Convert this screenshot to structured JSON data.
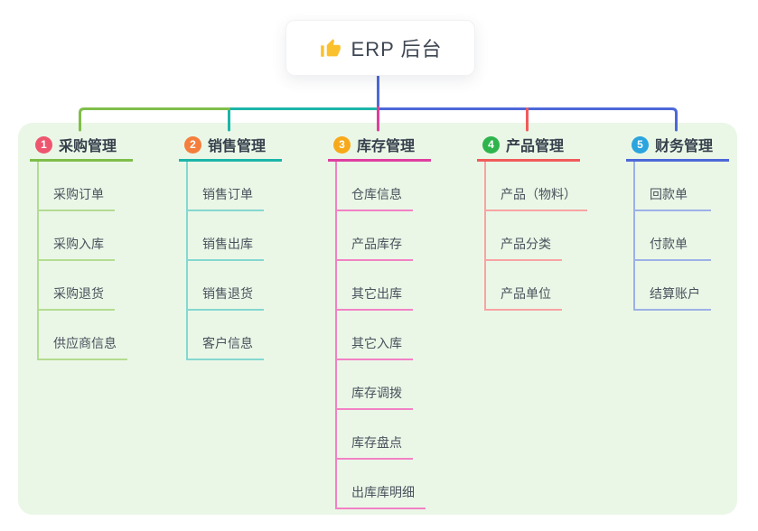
{
  "root": {
    "title": "ERP 后台",
    "icon": "thumbs-up-icon",
    "icon_color": "#fbc02d"
  },
  "canvas": {
    "background": "#ffffff",
    "panel_background": "#eaf7e7",
    "root_connector_color": "#4d68d8"
  },
  "branches": [
    {
      "index": "1",
      "title": "采购管理",
      "badge_color": "#ee5670",
      "line_color": "#7fbe4a",
      "light_color": "#b4dc90",
      "items": [
        "采购订单",
        "采购入库",
        "采购退货",
        "供应商信息"
      ]
    },
    {
      "index": "2",
      "title": "销售管理",
      "badge_color": "#f47f3d",
      "line_color": "#1cb5a8",
      "light_color": "#84d8d0",
      "items": [
        "销售订单",
        "销售出库",
        "销售退货",
        "客户信息"
      ]
    },
    {
      "index": "3",
      "title": "库存管理",
      "badge_color": "#f8a919",
      "line_color": "#df3f9f",
      "light_color": "#f381c4",
      "items": [
        "仓库信息",
        "产品库存",
        "其它出库",
        "其它入库",
        "库存调拨",
        "库存盘点",
        "出库库明细"
      ]
    },
    {
      "index": "4",
      "title": "产品管理",
      "badge_color": "#2fb44d",
      "line_color": "#f15b5b",
      "light_color": "#f9a3a3",
      "items": [
        "产品（物料）",
        "产品分类",
        "产品单位"
      ]
    },
    {
      "index": "5",
      "title": "财务管理",
      "badge_color": "#2ba5de",
      "line_color": "#4d68d8",
      "light_color": "#9db0e6",
      "items": [
        "回款单",
        "付款单",
        "结算账户"
      ]
    }
  ]
}
